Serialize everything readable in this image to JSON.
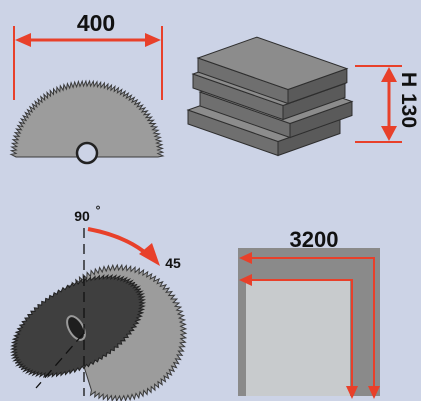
{
  "panels": {
    "blade_diameter": {
      "value_label": "400"
    },
    "stack_height": {
      "value_label": "H 130"
    },
    "bevel": {
      "start_label": "90",
      "degree_symbol": "°",
      "end_label": "45"
    },
    "table_length": {
      "value_label": "3200"
    }
  },
  "colors": {
    "background": "#ccd3e6",
    "arrow_red": "#e8402a",
    "blade_light": "#9c9c9c",
    "blade_dark": "#3f3f3f",
    "plate_top": "#8c8c8c",
    "plate_side": "#5a5a5a",
    "table_border": "#8a8a8a",
    "table_fill": "#c8cbcd"
  }
}
